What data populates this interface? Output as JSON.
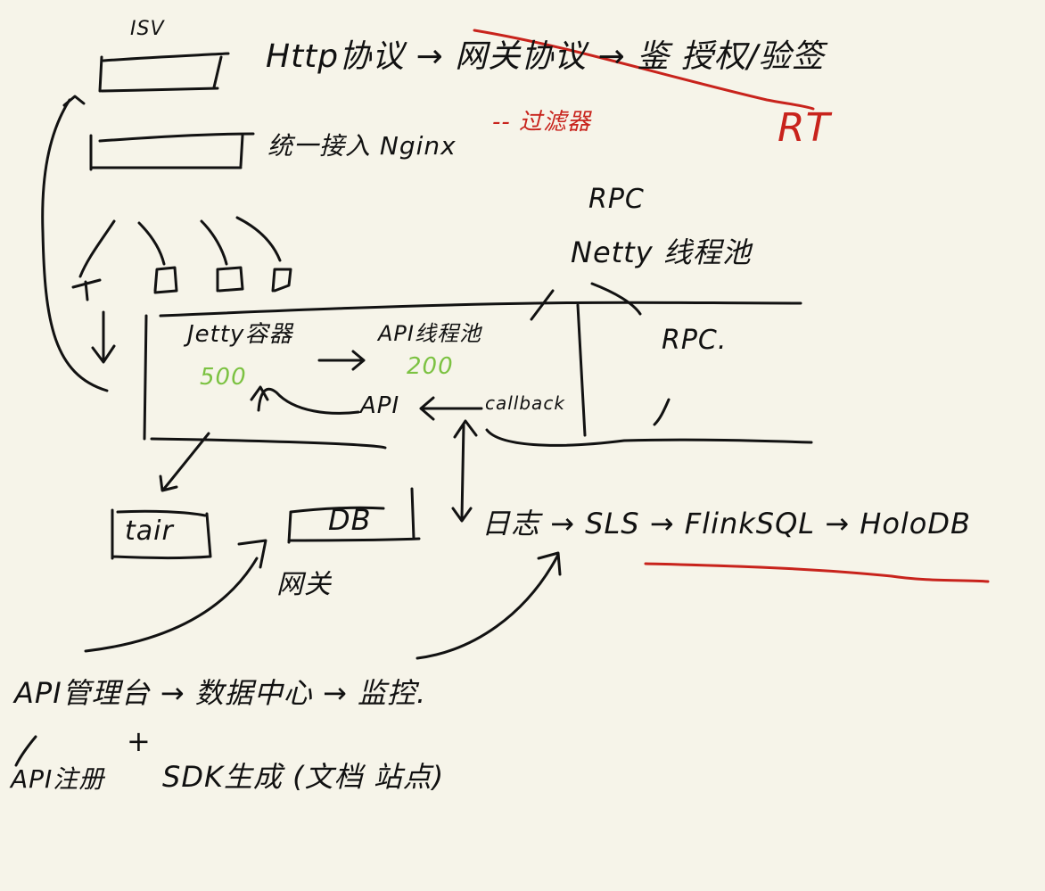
{
  "colors": {
    "ink": "#121212",
    "red": "#c8231c",
    "green": "#7cc242",
    "paper": "#f6f4e9"
  },
  "labels": {
    "isv": "ISV",
    "http_chain": "Http协议 → 网关协议 → 鉴 授权/验签",
    "rt": "RT",
    "unified_access": "统一接入 Nginx",
    "filter": "-- 过滤器",
    "rpc_title": "RPC",
    "netty_pool": "Netty 线程池",
    "rpc_box": "RPC.",
    "jetty": "Jetty容器",
    "api_pool": "API线程池",
    "code_500": "500",
    "code_200": "200",
    "api": "API",
    "callback": "callback",
    "tair": "tair",
    "db": "DB",
    "gateway": "网关",
    "log_chain": "日志 → SLS → FlinkSQL → HoloDB",
    "api_mgmt": "API管理台 → 数据中心 → 监控.",
    "api_plus": "+",
    "api_register": "API注册",
    "sdk_gen": "SDK生成 (文档 站点)"
  }
}
